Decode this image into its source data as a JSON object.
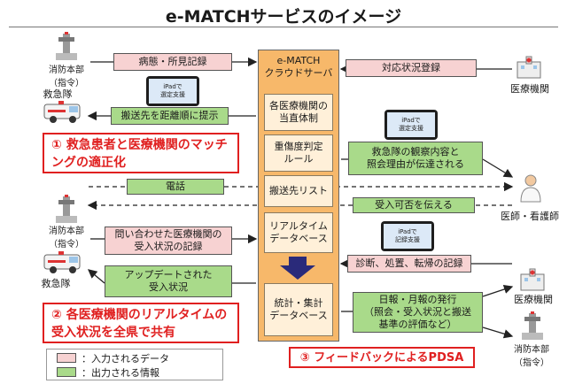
{
  "title": "e-MATCHサービスのイメージ",
  "server": {
    "title_line1": "e-MATCH",
    "title_line2": "クラウドサーバ",
    "modules": [
      {
        "line1": "各医療機関の",
        "line2": "当直体制"
      },
      {
        "line1": "重傷度判定",
        "line2": "ルール"
      },
      {
        "line1": "搬送先リスト",
        "line2": ""
      },
      {
        "line1": "リアルタイム",
        "line2": "データベース"
      },
      {
        "line1": "統計・集計",
        "line2": "データベース"
      }
    ]
  },
  "actors": {
    "fire_hq_top": "消防本部\n（指令）",
    "ambulance_top": "救急隊",
    "fire_hq_mid": "消防本部\n（指令）",
    "ambulance_bottom": "救急隊",
    "hospital_top": "医療機関",
    "doctor_nurse": "医師・看護師",
    "hospital_bottom": "医療機関",
    "fire_hq_bottom": "消防本部\n（指令）"
  },
  "flows": {
    "condition_record": "病態・所見記録",
    "response_status": "対応状況登録",
    "present_destinations": "搬送先を距離順に提示",
    "observation_info": "救急隊の観察内容と\n照会理由が伝達される",
    "phone": "電話",
    "accept_reply": "受入可否を伝える",
    "inquired_status": "問い合わせた医療機関の\n受入状況の記録",
    "treatment_record": "診断、処置、転帰の記録",
    "updated_status": "アップデートされた\n受入状況",
    "reports": "日報・月報の発行\n（照会・受入状況と搬送\n基準の評価など）"
  },
  "ipads": {
    "selection_support_1": "iPadで\n選定支援",
    "selection_support_2": "iPadで\n選定支援",
    "record_support": "iPadで\n記録支援"
  },
  "callouts": {
    "matching": "① 救急患者と医療機関のマッチ\nングの適正化",
    "realtime_share": "② 各医療機関のリアルタイムの\n受入状況を全県で共有",
    "pdsa": "③ フィードバックによるPDSA"
  },
  "legend": {
    "input_label": "：入力されるデータ",
    "output_label": "：出力される情報"
  },
  "colors": {
    "input_fill": "#f7d2d2",
    "output_fill": "#a9da8a",
    "server_fill": "#f7b86a",
    "callout_red": "#e02020",
    "arrow_navy": "#2a2a7a"
  }
}
